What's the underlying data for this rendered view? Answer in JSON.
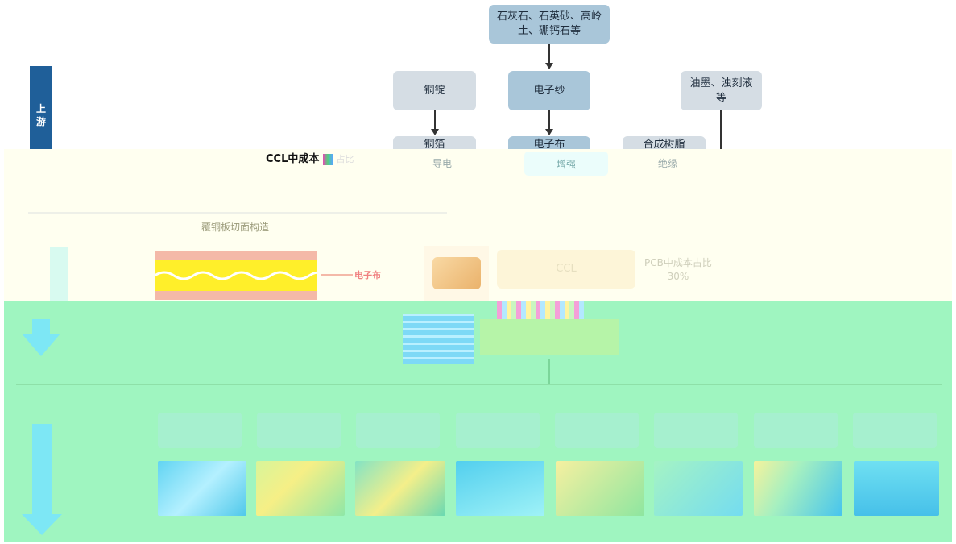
{
  "stages": {
    "upstream": "上游"
  },
  "raw_materials": {
    "minerals": "石灰石、石英砂、高岭土、硼钙石等",
    "copper_ingot": "铜锭",
    "electronic_yarn": "电子纱",
    "ink": "油墨、浊刻液等"
  },
  "second_row": {
    "copper_foil": "铜箔",
    "glass_cloth": "电子布",
    "resin": "合成树脂"
  },
  "function_labels": {
    "conductive": "导电",
    "reinforce": "增强",
    "insulate": "绝缘"
  },
  "ccl_cost_label": "CCL中成本",
  "ccl_cost_suffix": "占比",
  "cross_section_title": "覆铜板切面构造",
  "center_label": "电子布",
  "ccl_box": "CCL",
  "pcb_cost": {
    "label": "PCB中成本占比",
    "value": "30%"
  },
  "colors": {
    "arrow_blue": "#1f5f99",
    "cream_band": "#fffff0",
    "green_band": "#9ff5c0",
    "copper_layer": "#f4b9a8",
    "yellow_layer": "#ffef2a"
  }
}
